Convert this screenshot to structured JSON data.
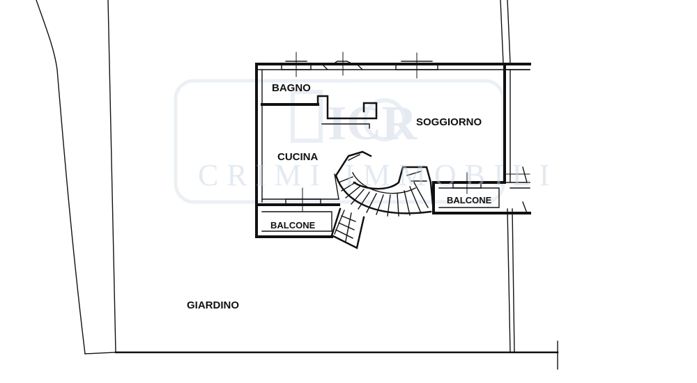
{
  "rooms": {
    "bagno": "BAGNO",
    "soggiorno": "SOGGIORNO",
    "cucina": "CUCINA",
    "balcone_right": "BALCONE",
    "balcone_left": "BALCONE",
    "giardino": "GIARDINO"
  },
  "watermark": {
    "text": "CRIMI IMMOBILI",
    "logo_letters": "ICR",
    "color": "#b8c8dc"
  },
  "colors": {
    "line": "#111111",
    "background": "#ffffff"
  }
}
